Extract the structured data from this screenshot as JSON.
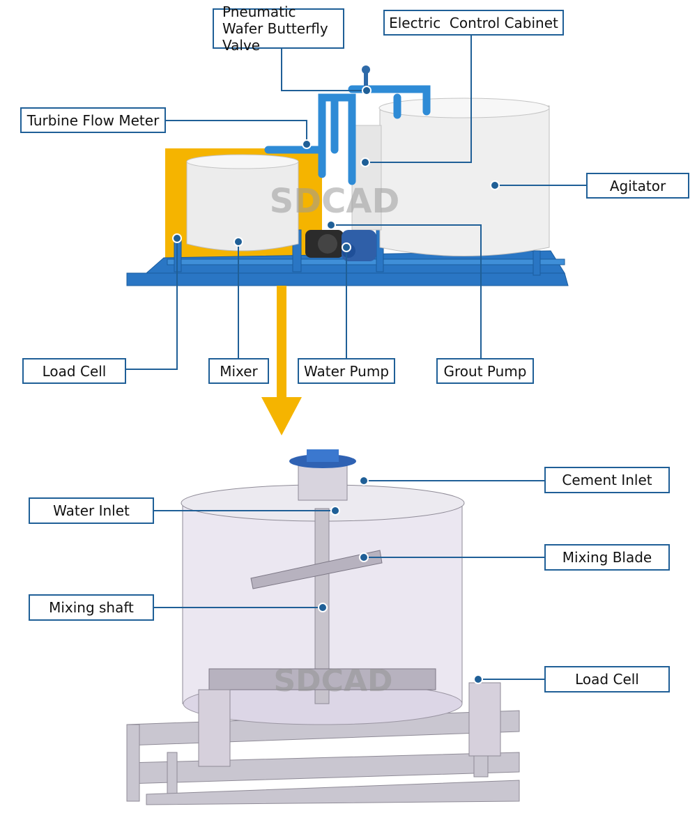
{
  "brand": {
    "watermark": "SDCAD"
  },
  "colors": {
    "callout": "#1f5f97",
    "frame_blue": "#2a76c4",
    "pipe_blue": "#2e8bd6",
    "accent_yellow": "#f5b400",
    "tank": "#eeeeee"
  },
  "top_diagram": {
    "labels": {
      "pneumatic_valve": "Pneumatic Wafer Butterfly Valve",
      "control_cabinet": "Electric  Control Cabinet",
      "turbine_flow_meter": "Turbine Flow Meter",
      "agitator": "Agitator",
      "load_cell": "Load Cell",
      "mixer": "Mixer",
      "water_pump": "Water Pump",
      "grout_pump": "Grout Pump"
    }
  },
  "bottom_diagram": {
    "labels": {
      "cement_inlet": "Cement Inlet",
      "water_inlet": "Water Inlet",
      "mixing_blade": "Mixing Blade",
      "mixing_shaft": "Mixing shaft",
      "load_cell": "Load Cell"
    }
  }
}
